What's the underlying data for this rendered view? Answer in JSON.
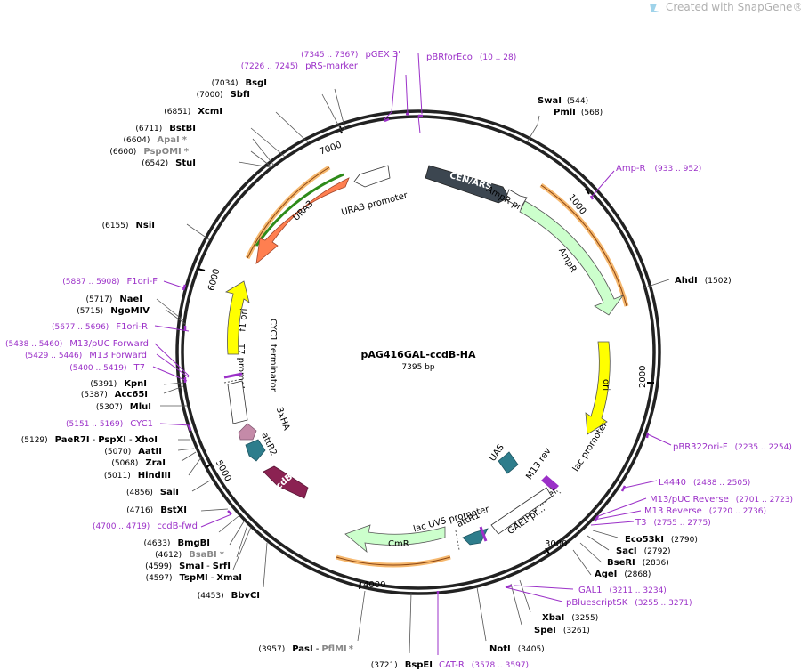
{
  "watermark": "Created with SnapGene®",
  "plasmid": {
    "name": "pAG416GAL-ccdB-HA",
    "size": "7395 bp"
  },
  "ticks": [
    "1000",
    "2000",
    "3000",
    "4000",
    "5000",
    "6000",
    "7000"
  ],
  "features": {
    "cen_ars": "CEN/ARS",
    "ampr_promoter": "AmpR promoter",
    "ampr": "AmpR",
    "ori": "ori",
    "uas": "UAS",
    "m13_rev": "M13 rev",
    "lac_promoter": "lac promoter",
    "t3_promoter": "T3 promoter",
    "gal1_promoter": "GAL1 pr...",
    "attr1": "attR1",
    "lac_uv5": "lac UV5 promoter",
    "cmr": "CmR",
    "ccdb": "ccdB",
    "attr2": "attR2",
    "three_xha": "3xHA",
    "t7_promoter": "T7 promoter",
    "cyc1_terminator": "CYC1 terminator",
    "f1_ori": "f1 ori",
    "ura3": "URA3",
    "ura3_promoter": "URA3 promoter"
  },
  "sites": [
    {
      "pos": "(544)",
      "name": "SwaI"
    },
    {
      "pos": "(568)",
      "name": "PmlI"
    },
    {
      "pos": "(1502)",
      "name": "AhdI"
    },
    {
      "pos": "(2790)",
      "name": "Eco53kI"
    },
    {
      "pos": "(2792)",
      "name": "SacI"
    },
    {
      "pos": "(2836)",
      "name": "BseRI"
    },
    {
      "pos": "(2868)",
      "name": "AgeI"
    },
    {
      "pos": "(3255)",
      "name": "XbaI"
    },
    {
      "pos": "(3261)",
      "name": "SpeI"
    },
    {
      "pos": "(3405)",
      "name": "NotI"
    },
    {
      "pos": "(3721)",
      "name": "BspEI"
    },
    {
      "pos": "(3957)",
      "name": "PasI",
      "alt": "PflMI",
      "star": "*"
    },
    {
      "pos": "(4453)",
      "name": "BbvCI"
    },
    {
      "pos": "(4597)",
      "name": "TspMI",
      "alt": "XmaI"
    },
    {
      "pos": "(4599)",
      "name": "SmaI",
      "alt": "SrfI"
    },
    {
      "pos": "(4612)",
      "name": "BsaBI",
      "star": "*"
    },
    {
      "pos": "(4633)",
      "name": "BmgBI"
    },
    {
      "pos": "(4716)",
      "name": "BstXI"
    },
    {
      "pos": "(4856)",
      "name": "SalI"
    },
    {
      "pos": "(5011)",
      "name": "HindIII"
    },
    {
      "pos": "(5068)",
      "name": "ZraI"
    },
    {
      "pos": "(5070)",
      "name": "AatII"
    },
    {
      "pos": "(5129)",
      "name": "PaeR7I",
      "alt": "PspXI",
      "alt2": "XhoI"
    },
    {
      "pos": "(5307)",
      "name": "MluI"
    },
    {
      "pos": "(5387)",
      "name": "Acc65I"
    },
    {
      "pos": "(5391)",
      "name": "KpnI"
    },
    {
      "pos": "(5715)",
      "name": "NgoMIV"
    },
    {
      "pos": "(5717)",
      "name": "NaeI"
    },
    {
      "pos": "(6155)",
      "name": "NsiI"
    },
    {
      "pos": "(6542)",
      "name": "StuI"
    },
    {
      "pos": "(6600)",
      "name": "PspOMI",
      "star": "*"
    },
    {
      "pos": "(6604)",
      "name": "ApaI",
      "star": "*"
    },
    {
      "pos": "(6711)",
      "name": "BstBI"
    },
    {
      "pos": "(6851)",
      "name": "XcmI"
    },
    {
      "pos": "(7000)",
      "name": "SbfI"
    },
    {
      "pos": "(7034)",
      "name": "BsgI"
    }
  ],
  "primers": [
    {
      "name": "pBRforEco",
      "range": "(10 .. 28)"
    },
    {
      "name": "pGEX 3'",
      "range": "(7345 .. 7367)"
    },
    {
      "name": "pRS-marker",
      "range": "(7226 .. 7245)"
    },
    {
      "name": "Amp-R",
      "range": "(933 .. 952)"
    },
    {
      "name": "pBR322ori-F",
      "range": "(2235 .. 2254)"
    },
    {
      "name": "L4440",
      "range": "(2488 .. 2505)"
    },
    {
      "name": "M13/pUC Reverse",
      "range": "(2701 .. 2723)"
    },
    {
      "name": "M13 Reverse",
      "range": "(2720 .. 2736)"
    },
    {
      "name": "T3",
      "range": "(2755 .. 2775)"
    },
    {
      "name": "GAL1",
      "range": "(3211 .. 3234)"
    },
    {
      "name": "pBluescriptSK",
      "range": "(3255 .. 3271)"
    },
    {
      "name": "CAT-R",
      "range": "(3578 .. 3597)"
    },
    {
      "name": "ccdB-fwd",
      "range": "(4700 .. 4719)"
    },
    {
      "name": "CYC1",
      "range": "(5151 .. 5169)"
    },
    {
      "name": "T7",
      "range": "(5400 .. 5419)"
    },
    {
      "name": "M13 Forward",
      "range": "(5429 .. 5446)"
    },
    {
      "name": "M13/pUC Forward",
      "range": "(5438 .. 5460)"
    },
    {
      "name": "F1ori-R",
      "range": "(5677 .. 5696)"
    },
    {
      "name": "F1ori-F",
      "range": "(5887 .. 5908)"
    }
  ],
  "colors": {
    "cen_ars": "#3c4650",
    "ampr": "#ccffcc",
    "ori": "#ffff00",
    "ura3": "#ff7f50",
    "ccdb": "#8b2252",
    "attr": "#2e7d8c",
    "three_xha": "#c48aa8",
    "primer": "#9b30c8",
    "orange_band": "#f4a64a"
  }
}
